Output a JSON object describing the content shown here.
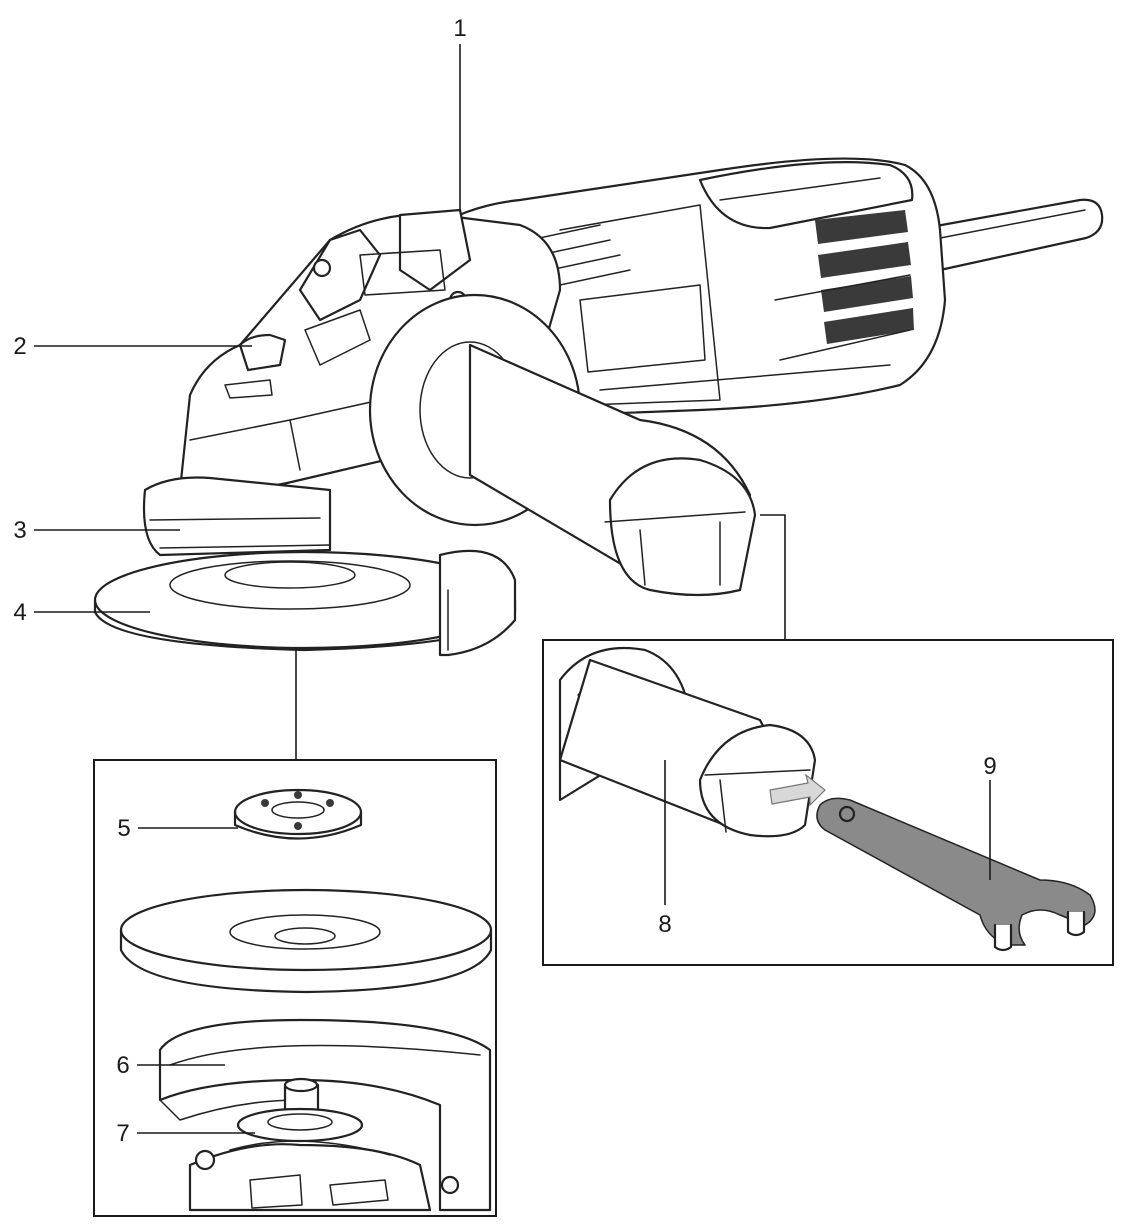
{
  "callouts": [
    {
      "id": "1",
      "text": "1"
    },
    {
      "id": "2",
      "text": "2"
    },
    {
      "id": "3",
      "text": "3"
    },
    {
      "id": "4",
      "text": "4"
    },
    {
      "id": "5",
      "text": "5"
    },
    {
      "id": "6",
      "text": "6"
    },
    {
      "id": "7",
      "text": "7"
    },
    {
      "id": "8",
      "text": "8"
    },
    {
      "id": "9",
      "text": "9"
    }
  ],
  "colors": {
    "line": "#222222",
    "background": "#ffffff",
    "wrench": "#8a8a8a",
    "vent": "#3a3a3a"
  }
}
